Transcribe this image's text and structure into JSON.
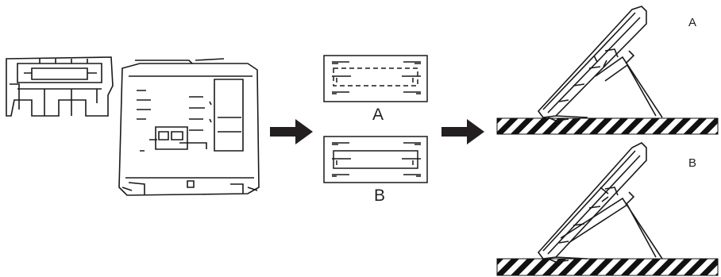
{
  "labels": {
    "slot_a": "A",
    "slot_b": "B",
    "position_a": "A",
    "position_b": "B"
  },
  "colors": {
    "line": "#1a1a1a",
    "arrow": "#231f20",
    "background": "#ffffff"
  },
  "icons": {
    "stand": "phone-stand-icon",
    "phone_back": "phone-back-icon",
    "arrow": "right-arrow-icon",
    "surface": "hatched-surface-icon"
  }
}
